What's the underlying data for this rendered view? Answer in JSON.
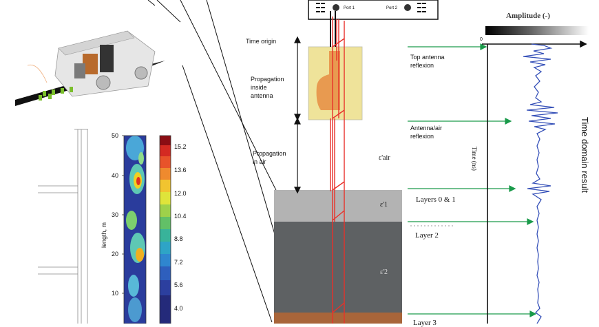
{
  "vna": {
    "port1": "Port 1",
    "port2": "Port 2"
  },
  "labels": {
    "time_origin": "Time origin",
    "propagation_antenna": [
      "Propagation",
      "inside",
      "antenna"
    ],
    "propagation_air": [
      "Propagation",
      "in air"
    ],
    "eps_air": "ε'air",
    "eps_1": "ε'1",
    "eps_2": "ε'2",
    "top_antenna": [
      "Top antenna",
      "reflexion"
    ],
    "antenna_air": [
      "Antenna/air",
      "reflexion"
    ],
    "layers_01": "Layers 0 & 1",
    "layer_2": "Layer 2",
    "layer_3_partial": "Layer 3"
  },
  "waveform": {
    "amplitude_label": "Amplitude (-)",
    "axis_zero": "0",
    "time_axis": "Time (ns)",
    "result_label": "Time domain result"
  },
  "heatmap": {
    "ylabel": "length, m",
    "yticks": [
      "50",
      "40",
      "30",
      "20",
      "10"
    ],
    "colorbar_ticks": [
      "15.2",
      "13.6",
      "12.0",
      "10.4",
      "8.8",
      "7.2",
      "5.6",
      "4.0"
    ]
  },
  "colors": {
    "ray": "#e8312a",
    "arrow_green": "#1a9a4a",
    "wave_blue": "#3550b8",
    "antenna_fill": "#efe39a",
    "antenna_core": "#e89a50",
    "layer1": "#b3b3b3",
    "layer2": "#5e6163",
    "layer3": "#a8653a"
  }
}
